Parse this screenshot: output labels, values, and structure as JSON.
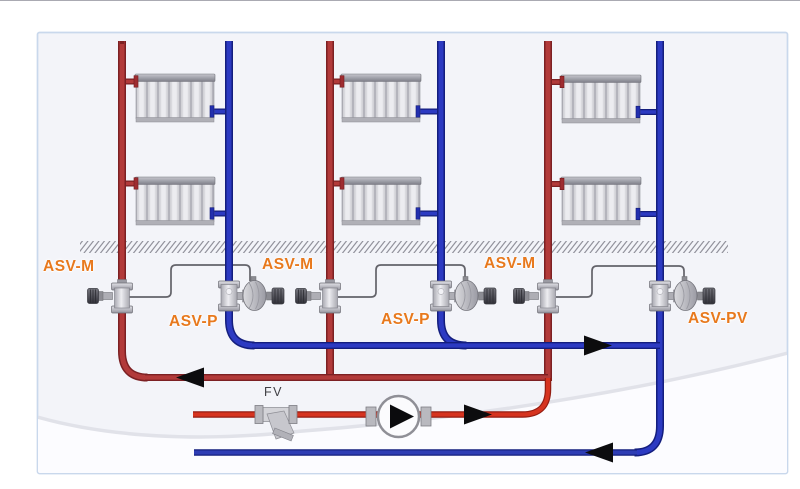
{
  "diagram_type": "two-pipe-heating-system-schematic",
  "labels": {
    "asv_m_1": "ASV-M",
    "asv_p_1": "ASV-P",
    "asv_m_2": "ASV-M",
    "asv_p_2": "ASV-P",
    "asv_m_3": "ASV-M",
    "asv_pv": "ASV-PV",
    "fv": "FV"
  },
  "colors": {
    "supply_pipe": "#b23a3a",
    "supply_pipe_dark": "#7c2023",
    "boiler_supply_pipe": "#d6331f",
    "return_pipe": "#2c3ac2",
    "return_pipe_dark": "#141e7e",
    "valve_label_text": "#e8791d",
    "fv_label_text": "#3f3f44",
    "flow_arrow": "#0c0c0e",
    "capillary_tube": "#63636a",
    "floor_hatch": "#90909a",
    "background": "#f3f4f9",
    "border": "#c9d8ec"
  },
  "components": {
    "riser_groups": [
      {
        "supply_valve": "ASV-M",
        "return_valve": "ASV-P",
        "radiators": 2
      },
      {
        "supply_valve": "ASV-M",
        "return_valve": "ASV-P",
        "radiators": 2
      },
      {
        "supply_valve": "ASV-M",
        "return_valve": "ASV-PV",
        "radiators": 2
      }
    ],
    "pump": "circulation-pump",
    "strainer_valve": "FV"
  },
  "flow_arrows": [
    "supply-main-left",
    "return-main-right",
    "boiler-supply-right",
    "boiler-return-left"
  ]
}
